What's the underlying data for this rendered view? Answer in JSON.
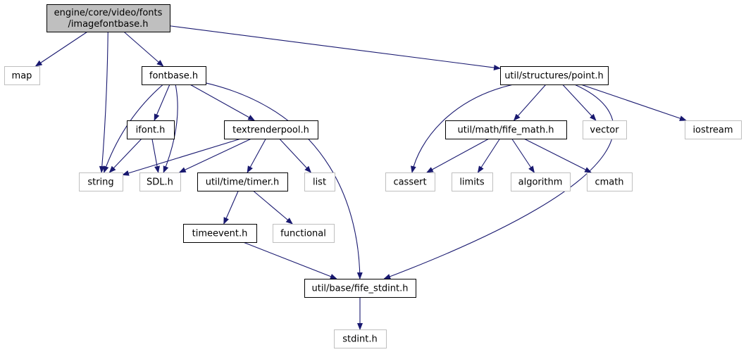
{
  "colors": {
    "edge": "#191970",
    "root_fill": "#bfbfbf",
    "local_border": "#000000",
    "system_border": "#bfbfbf",
    "background": "#ffffff"
  },
  "nodes": [
    {
      "id": "imagefontbase",
      "lines": [
        "engine/core/video/fonts",
        "/imagefontbase.h"
      ],
      "kind": "root"
    },
    {
      "id": "map",
      "lines": [
        "map"
      ],
      "kind": "system"
    },
    {
      "id": "fontbase",
      "lines": [
        "fontbase.h"
      ],
      "kind": "local"
    },
    {
      "id": "point",
      "lines": [
        "util/structures/point.h"
      ],
      "kind": "local"
    },
    {
      "id": "ifont",
      "lines": [
        "ifont.h"
      ],
      "kind": "local"
    },
    {
      "id": "textrenderpool",
      "lines": [
        "textrenderpool.h"
      ],
      "kind": "local"
    },
    {
      "id": "fife_math",
      "lines": [
        "util/math/fife_math.h"
      ],
      "kind": "local"
    },
    {
      "id": "vector",
      "lines": [
        "vector"
      ],
      "kind": "system"
    },
    {
      "id": "iostream",
      "lines": [
        "iostream"
      ],
      "kind": "system"
    },
    {
      "id": "string",
      "lines": [
        "string"
      ],
      "kind": "system"
    },
    {
      "id": "sdl",
      "lines": [
        "SDL.h"
      ],
      "kind": "system"
    },
    {
      "id": "timer",
      "lines": [
        "util/time/timer.h"
      ],
      "kind": "local"
    },
    {
      "id": "list",
      "lines": [
        "list"
      ],
      "kind": "system"
    },
    {
      "id": "cassert",
      "lines": [
        "cassert"
      ],
      "kind": "system"
    },
    {
      "id": "limits",
      "lines": [
        "limits"
      ],
      "kind": "system"
    },
    {
      "id": "algorithm",
      "lines": [
        "algorithm"
      ],
      "kind": "system"
    },
    {
      "id": "cmath",
      "lines": [
        "cmath"
      ],
      "kind": "system"
    },
    {
      "id": "timeevent",
      "lines": [
        "timeevent.h"
      ],
      "kind": "local"
    },
    {
      "id": "functional",
      "lines": [
        "functional"
      ],
      "kind": "system"
    },
    {
      "id": "fife_stdint",
      "lines": [
        "util/base/fife_stdint.h"
      ],
      "kind": "local"
    },
    {
      "id": "stdint",
      "lines": [
        "stdint.h"
      ],
      "kind": "system"
    }
  ],
  "edges": [
    {
      "from": "imagefontbase",
      "to": "map"
    },
    {
      "from": "imagefontbase",
      "to": "string"
    },
    {
      "from": "imagefontbase",
      "to": "fontbase"
    },
    {
      "from": "imagefontbase",
      "to": "point"
    },
    {
      "from": "fontbase",
      "to": "string"
    },
    {
      "from": "fontbase",
      "to": "ifont"
    },
    {
      "from": "fontbase",
      "to": "sdl"
    },
    {
      "from": "fontbase",
      "to": "textrenderpool"
    },
    {
      "from": "fontbase",
      "to": "fife_stdint"
    },
    {
      "from": "ifont",
      "to": "string"
    },
    {
      "from": "ifont",
      "to": "sdl"
    },
    {
      "from": "textrenderpool",
      "to": "string"
    },
    {
      "from": "textrenderpool",
      "to": "sdl"
    },
    {
      "from": "textrenderpool",
      "to": "timer"
    },
    {
      "from": "textrenderpool",
      "to": "list"
    },
    {
      "from": "timer",
      "to": "timeevent"
    },
    {
      "from": "timer",
      "to": "functional"
    },
    {
      "from": "timeevent",
      "to": "fife_stdint"
    },
    {
      "from": "point",
      "to": "cassert"
    },
    {
      "from": "point",
      "to": "fife_math"
    },
    {
      "from": "point",
      "to": "vector"
    },
    {
      "from": "point",
      "to": "iostream"
    },
    {
      "from": "point",
      "to": "fife_stdint"
    },
    {
      "from": "fife_math",
      "to": "cassert"
    },
    {
      "from": "fife_math",
      "to": "limits"
    },
    {
      "from": "fife_math",
      "to": "algorithm"
    },
    {
      "from": "fife_math",
      "to": "cmath"
    },
    {
      "from": "fife_stdint",
      "to": "stdint"
    }
  ]
}
